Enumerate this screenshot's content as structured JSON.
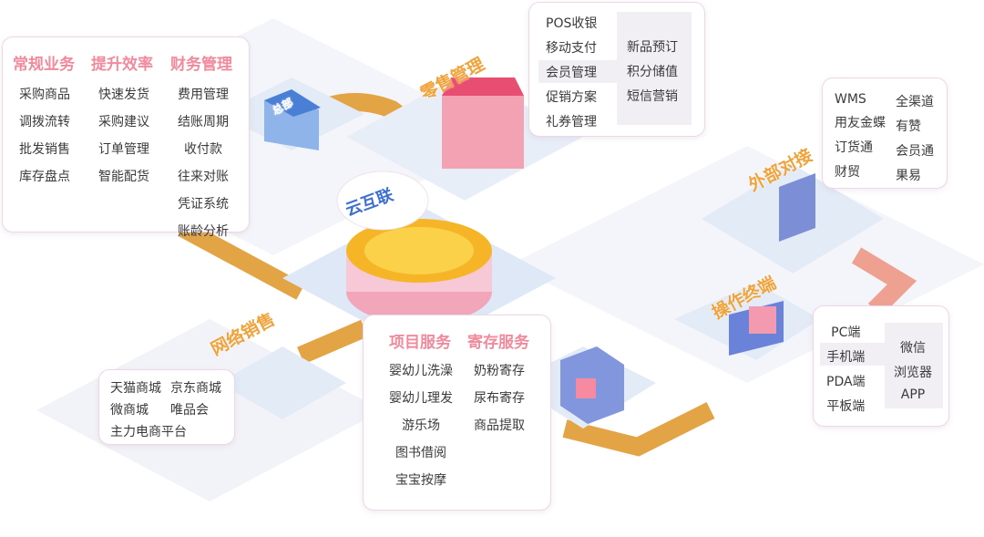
{
  "center": {
    "label": "云互联"
  },
  "hq": {
    "label": "总部"
  },
  "zones": {
    "retail": "零售管理",
    "external": "外部对接",
    "terminal": "操作终端",
    "online": "网络销售"
  },
  "left_panel": {
    "columns": [
      {
        "header": "常规业务",
        "items": [
          "采购商品",
          "调拨流转",
          "批发销售",
          "库存盘点"
        ]
      },
      {
        "header": "提升效率",
        "items": [
          "快速发货",
          "采购建议",
          "订单管理",
          "智能配货"
        ]
      },
      {
        "header": "财务管理",
        "items": [
          "费用管理",
          "结账周期",
          "收付款",
          "往来对账",
          "凭证系统",
          "账龄分析"
        ]
      }
    ]
  },
  "retail_panel": {
    "left": [
      "POS收银",
      "移动支付",
      "会员管理",
      "促销方案",
      "礼券管理"
    ],
    "right": [
      "新品预订",
      "积分储值",
      "短信营销"
    ]
  },
  "external_panel": {
    "left": [
      "WMS",
      "用友金蝶",
      "订货通",
      "财贸"
    ],
    "right": [
      "全渠道",
      "有赞",
      "会员通",
      "果易"
    ]
  },
  "terminal_panel": {
    "left": [
      "PC端",
      "手机端",
      "PDA端",
      "平板端"
    ],
    "right": [
      "微信",
      "浏览器",
      "APP"
    ]
  },
  "service_panel": {
    "columns": [
      {
        "header": "项目服务",
        "items": [
          "婴幼儿洗澡",
          "婴幼儿理发",
          "游乐场",
          "图书借阅",
          "宝宝按摩"
        ]
      },
      {
        "header": "寄存服务",
        "items": [
          "奶粉寄存",
          "尿布寄存",
          "商品提取"
        ]
      }
    ]
  },
  "online_panel": {
    "items": [
      "天猫商城",
      "京东商城",
      "微商城",
      "唯品会",
      "主力电商平台"
    ]
  },
  "colors": {
    "accent": "#f08a9c",
    "label": "#f0a33a",
    "road": "#e2a445",
    "platform": "#e8eef8"
  }
}
